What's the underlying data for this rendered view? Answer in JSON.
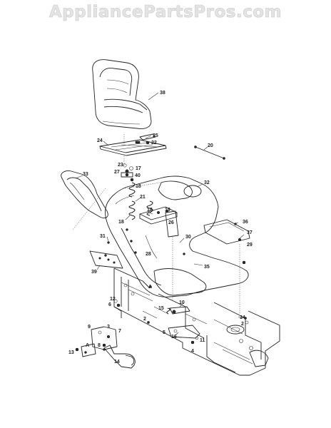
{
  "watermark": "AppliancePartsPros.com",
  "callouts": {
    "c38": "38",
    "c25": "25",
    "c24": "24",
    "c22": "22",
    "c20": "20",
    "c23": "23",
    "c17": "17",
    "c27": "27",
    "c40": "40",
    "c33": "33",
    "c18a": "18",
    "c32": "32",
    "c21": "21",
    "c18b": "18",
    "c19": "19",
    "c18c": "18",
    "c26": "26",
    "c36": "36",
    "c37": "37",
    "c31": "31",
    "c30": "30",
    "c29": "29",
    "c28": "28",
    "c39": "39",
    "c35": "35",
    "cA1": "A",
    "c12": "12",
    "c6": "6",
    "c2a": "2",
    "c15": "15",
    "c10": "10",
    "c34": "34",
    "c2b": "2",
    "c9": "9",
    "c3": "3",
    "c7": "7",
    "c5": "5",
    "c16": "16",
    "c11": "11",
    "cA2": "A",
    "c8": "8",
    "c13": "13",
    "c14": "14",
    "c4": "4"
  }
}
